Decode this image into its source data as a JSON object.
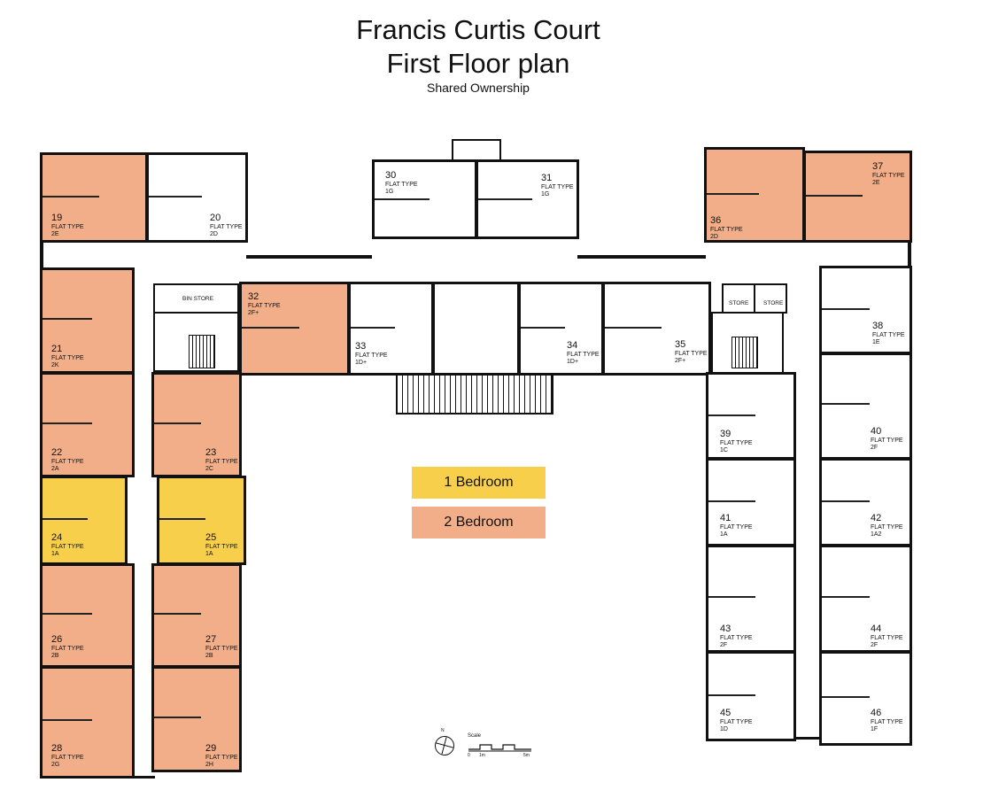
{
  "header": {
    "title_line1": "Francis Curtis Court",
    "title_line2": "First Floor plan",
    "subtitle": "Shared Ownership"
  },
  "colors": {
    "one_bedroom": "#F8CF4B",
    "two_bedroom": "#F2AE88",
    "other": "#FFFFFF",
    "walls": "#111111"
  },
  "legend": [
    {
      "label": "1 Bedroom",
      "category": "1bed"
    },
    {
      "label": "2 Bedroom",
      "category": "2bed"
    }
  ],
  "flats": [
    {
      "number": "19",
      "type_label": "FLAT TYPE",
      "type": "2E",
      "category": "2bed"
    },
    {
      "number": "20",
      "type_label": "FLAT TYPE",
      "type": "2D",
      "category": "none"
    },
    {
      "number": "21",
      "type_label": "FLAT TYPE",
      "type": "2K",
      "category": "2bed"
    },
    {
      "number": "22",
      "type_label": "FLAT TYPE",
      "type": "2A",
      "category": "2bed"
    },
    {
      "number": "23",
      "type_label": "FLAT TYPE",
      "type": "2C",
      "category": "2bed"
    },
    {
      "number": "24",
      "type_label": "FLAT TYPE",
      "type": "1A",
      "category": "1bed"
    },
    {
      "number": "25",
      "type_label": "FLAT TYPE",
      "type": "1A",
      "category": "1bed"
    },
    {
      "number": "26",
      "type_label": "FLAT TYPE",
      "type": "2B",
      "category": "2bed"
    },
    {
      "number": "27",
      "type_label": "FLAT TYPE",
      "type": "2B",
      "category": "2bed"
    },
    {
      "number": "28",
      "type_label": "FLAT TYPE",
      "type": "2G",
      "category": "2bed"
    },
    {
      "number": "29",
      "type_label": "FLAT TYPE",
      "type": "2H",
      "category": "2bed"
    },
    {
      "number": "30",
      "type_label": "FLAT TYPE",
      "type": "1G",
      "category": "none"
    },
    {
      "number": "31",
      "type_label": "FLAT TYPE",
      "type": "1G",
      "category": "none"
    },
    {
      "number": "32",
      "type_label": "FLAT TYPE",
      "type": "2F+",
      "category": "2bed"
    },
    {
      "number": "33",
      "type_label": "FLAT TYPE",
      "type": "1D+",
      "category": "none"
    },
    {
      "number": "34",
      "type_label": "FLAT TYPE",
      "type": "1D+",
      "category": "none"
    },
    {
      "number": "35",
      "type_label": "FLAT TYPE",
      "type": "2F+",
      "category": "none"
    },
    {
      "number": "36",
      "type_label": "FLAT TYPE",
      "type": "2D",
      "category": "2bed"
    },
    {
      "number": "37",
      "type_label": "FLAT TYPE",
      "type": "2E",
      "category": "2bed"
    },
    {
      "number": "38",
      "type_label": "FLAT TYPE",
      "type": "1E",
      "category": "none"
    },
    {
      "number": "39",
      "type_label": "FLAT TYPE",
      "type": "1C",
      "category": "none"
    },
    {
      "number": "40",
      "type_label": "FLAT TYPE",
      "type": "2F",
      "category": "none"
    },
    {
      "number": "41",
      "type_label": "FLAT TYPE",
      "type": "1A",
      "category": "none"
    },
    {
      "number": "42",
      "type_label": "FLAT TYPE",
      "type": "1A2",
      "category": "none"
    },
    {
      "number": "43",
      "type_label": "FLAT TYPE",
      "type": "2F",
      "category": "none"
    },
    {
      "number": "44",
      "type_label": "FLAT TYPE",
      "type": "2F",
      "category": "none"
    },
    {
      "number": "45",
      "type_label": "FLAT TYPE",
      "type": "1D",
      "category": "none"
    },
    {
      "number": "46",
      "type_label": "FLAT TYPE",
      "type": "1F",
      "category": "none"
    }
  ],
  "stores": {
    "bin_store": "BIN STORE",
    "store_1": "STORE",
    "store_2": "STORE"
  },
  "north_arrow": {
    "label": "N"
  },
  "scale_bar": {
    "label": "Scale",
    "tick_0": "0",
    "tick_1": "1m",
    "tick_5": "5m"
  }
}
